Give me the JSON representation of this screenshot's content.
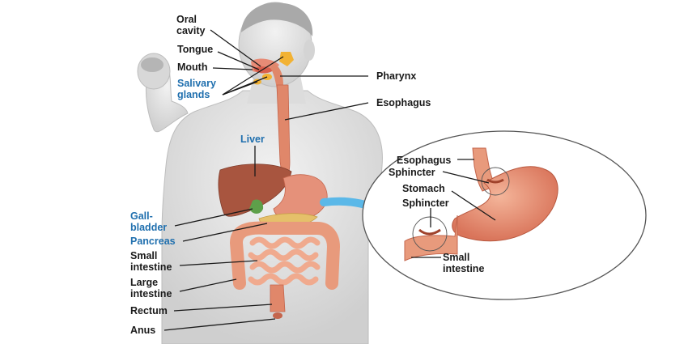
{
  "colors": {
    "organ_label": "#1a1a1a",
    "accessory_label": "#1f6fae",
    "skin": "#e6e6e6",
    "tract": "#e0876a",
    "liver": "#a8553f",
    "gallbladder": "#5ea04a",
    "pancreas": "#e5c06a",
    "salivary": "#f2b233",
    "arrow": "#5bb8e8"
  },
  "labels": {
    "oral_cavity": [
      "Oral",
      "cavity"
    ],
    "tongue": "Tongue",
    "mouth": "Mouth",
    "salivary_glands": [
      "Salivary",
      "glands"
    ],
    "pharynx": "Pharynx",
    "esophagus": "Esophagus",
    "liver": "Liver",
    "gallbladder": [
      "Gall-",
      "bladder"
    ],
    "pancreas": "Pancreas",
    "small_intestine": [
      "Small",
      "intestine"
    ],
    "large_intestine": [
      "Large",
      "intestine"
    ],
    "rectum": "Rectum",
    "anus": "Anus"
  },
  "inset": {
    "esophagus": "Esophagus",
    "sphincter_upper": "Sphincter",
    "stomach": "Stomach",
    "sphincter_lower": "Sphincter",
    "small_intestine": [
      "Small",
      "intestine"
    ]
  },
  "icons": {
    "arrow": "zoom-arrow-icon"
  }
}
